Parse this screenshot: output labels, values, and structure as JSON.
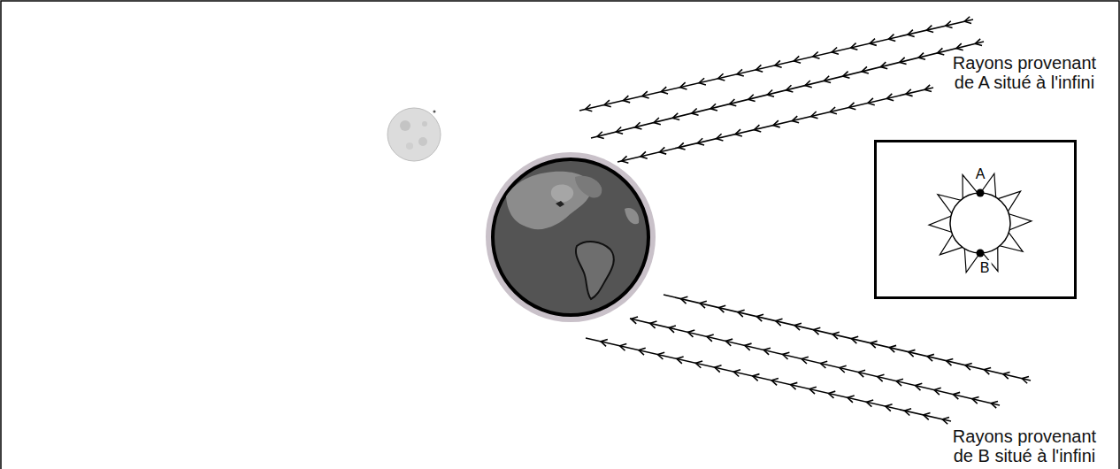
{
  "diagram": {
    "nodes": [
      {
        "text": [
          "A",
          "B"
        ]
      }
    ],
    "labels": [
      "Rayons provenant de A situé à l'infini",
      "Rayons provenant de B situé à l'infini"
    ]
  }
}
